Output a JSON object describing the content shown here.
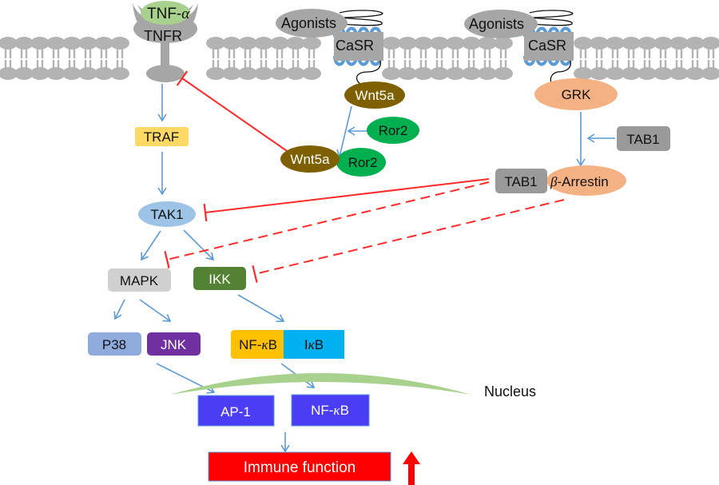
{
  "title": "CaSR signaling pathways regulating immune function",
  "colors": {
    "membrane": "#b3b3b3",
    "receptor_gray": "#a6a6a6",
    "casr_blue": "#5b9bd5",
    "arrow_blue": "#5b9bd5",
    "inhibit_red": "#ff2a2a",
    "tnf_green": "#a9d18e",
    "wnt5a_brown": "#7f6000",
    "ror2_green": "#00b050",
    "grk_orange": "#f4b183",
    "traf_yellow": "#ffd966",
    "tak1_blue": "#9dc3e6",
    "mapk_gray": "#d0d0d0",
    "ikk_green": "#548235",
    "p38_blue": "#8faadc",
    "jnk_purple": "#7030a0",
    "nfkb_yellow": "#ffc000",
    "ikb_cyan": "#00b0f0",
    "nuclear_tf_blue": "#4b3cf5",
    "nucleus_green": "#a9d18e",
    "immune_red": "#ff0000"
  },
  "membrane": {
    "receptors": {
      "tnf": "TNF-",
      "tnf_greek": "α",
      "tnfr": "TNFR",
      "agonists_left": "Agonists",
      "casr_left": "CaSR",
      "agonists_right": "Agonists",
      "casr_right": "CaSR"
    }
  },
  "nodes": {
    "wnt5a_top": "Wnt5a",
    "ror2": "Ror2",
    "wnt5a_complex": "Wnt5a",
    "ror2_complex": "Ror2",
    "grk": "GRK",
    "tab1_right": "TAB1",
    "tab1_complex": "TAB1",
    "arrestin_greek": "β",
    "arrestin": "-Arrestin",
    "traf": "TRAF",
    "tak1": "TAK1",
    "mapk": "MAPK",
    "ikk": "IKK",
    "p38": "P38",
    "jnk": "JNK",
    "nfkb_cyto_prefix": "NF-",
    "nfkb_cyto_greek": "κ",
    "nfkb_cyto_suffix": "B",
    "ikb_prefix": "I",
    "ikb_greek": "κ",
    "ikb_suffix": "B",
    "nucleus": "Nucleus",
    "ap1": "AP-1",
    "nfkb_nuc_prefix": "NF-",
    "nfkb_nuc_greek": "κ",
    "nfkb_nuc_suffix": "B",
    "immune": "Immune function"
  }
}
